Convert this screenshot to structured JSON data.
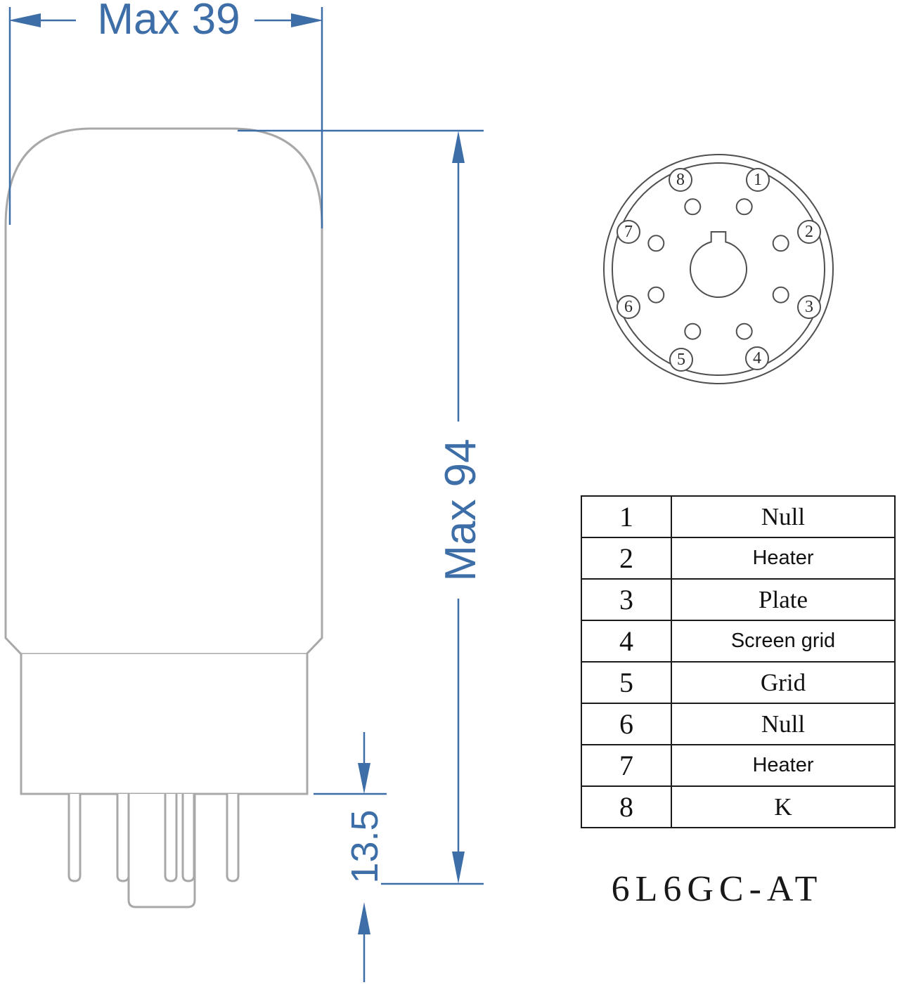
{
  "drawing": {
    "width_dim": "Max 39",
    "height_dim": "Max 94",
    "pin_length_dim": "13.5"
  },
  "socket": {
    "pins": [
      {
        "number": "1"
      },
      {
        "number": "2"
      },
      {
        "number": "3"
      },
      {
        "number": "4"
      },
      {
        "number": "5"
      },
      {
        "number": "6"
      },
      {
        "number": "7"
      },
      {
        "number": "8"
      }
    ]
  },
  "pin_table": {
    "rows": [
      {
        "pin": "1",
        "function": "Null"
      },
      {
        "pin": "2",
        "function": "Heater"
      },
      {
        "pin": "3",
        "function": "Plate"
      },
      {
        "pin": "4",
        "function": "Screen grid"
      },
      {
        "pin": "5",
        "function": "Grid"
      },
      {
        "pin": "6",
        "function": "Null"
      },
      {
        "pin": "7",
        "function": "Heater"
      },
      {
        "pin": "8",
        "function": "K"
      }
    ]
  },
  "title": "6L6GC-AT",
  "colors": {
    "dimension_blue": "#3e6ea7",
    "tube_outline": "#a8a8a8",
    "diagram_line": "#4f4f4f"
  }
}
